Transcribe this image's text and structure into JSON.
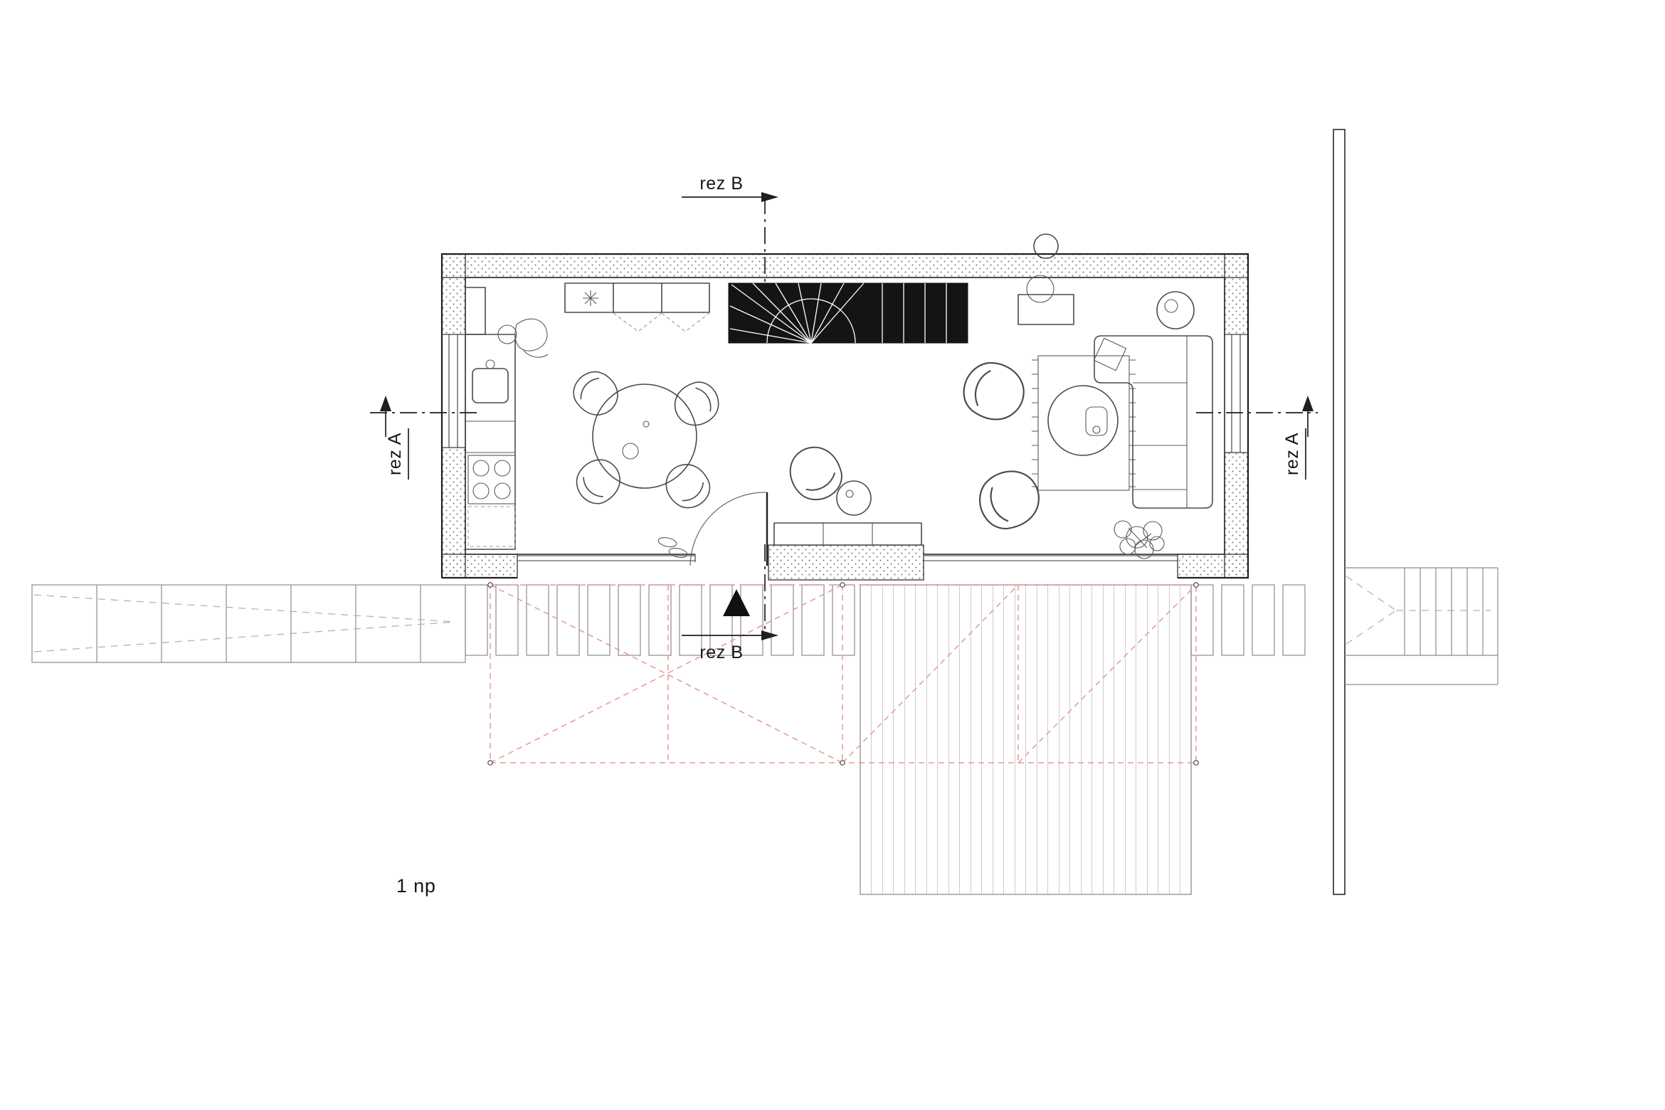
{
  "drawing": {
    "type": "architectural-floor-plan",
    "floor_label": "1 np"
  },
  "labels": {
    "section_b_top": "rez B",
    "section_b_bottom": "rez B",
    "section_a_left": "rez A",
    "section_a_right": "rez A",
    "floor": "1 np"
  },
  "colors": {
    "background": "#ffffff",
    "ink": "#1f1f1f",
    "furniture_line": "#4a4a4a",
    "ground_line": "#8c8c8c",
    "guide_dash": "#b3b3b3",
    "pergola_red": "#e59a92",
    "stair_fill": "#141414",
    "wall_stipple": "#6f6f6f"
  }
}
